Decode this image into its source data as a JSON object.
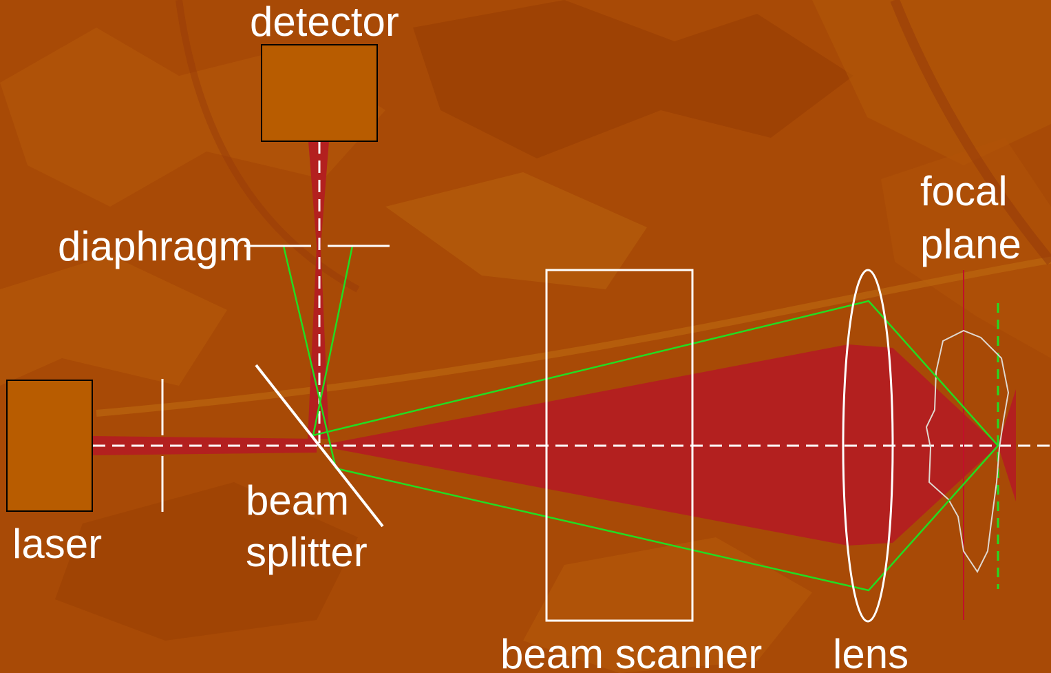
{
  "labels": {
    "detector": "detector",
    "diaphragm": "diaphragm",
    "laser": "laser",
    "beam_splitter_line1": "beam",
    "beam_splitter_line2": "splitter",
    "beam_scanner": "beam scanner",
    "lens": "lens",
    "focal_plane_line1": "focal",
    "focal_plane_line2": "plane"
  },
  "colors": {
    "background": "#a84a06",
    "box_fill": "#b85c00",
    "laser_beam": "#b3201f",
    "ray": "#22dd22",
    "outline": "#ffffff",
    "focal_plane_line": "#c0102a"
  }
}
